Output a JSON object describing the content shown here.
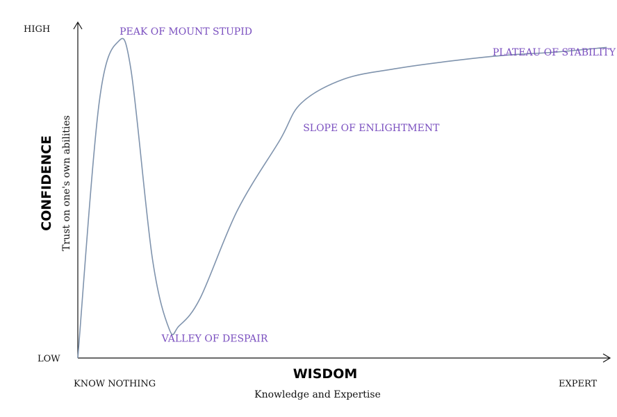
{
  "chart_data": {
    "type": "line",
    "title": "",
    "xlabel": "WISDOM",
    "xlabel_sub": "Knowledge and Expertise",
    "ylabel": "CONFIDENCE",
    "ylabel_sub": "Trust on one's own abilities",
    "x_tick_labels": {
      "min": "KNOW NOTHING",
      "max": "EXPERT"
    },
    "y_tick_labels": {
      "min": "LOW",
      "max": "HIGH"
    },
    "xlim": [
      0,
      100
    ],
    "ylim": [
      0,
      100
    ],
    "grid": false,
    "series": [
      {
        "x": [
          0,
          4,
          7.6,
          10,
          14,
          17.2,
          19,
          23,
          30,
          38,
          42,
          50,
          60,
          70,
          80,
          90,
          99.5
        ],
        "y": [
          0,
          76,
          94.4,
          86,
          30,
          8.6,
          9.5,
          17.8,
          44,
          65,
          76,
          83.2,
          86.4,
          88.6,
          90.3,
          91.3,
          92.7
        ],
        "color": "#7f93ad"
      }
    ],
    "annotations": [
      {
        "text": "PEAK OF MOUNT STUPID",
        "x": 7.6,
        "y": 94.4
      },
      {
        "text": "VALLEY OF DESPAIR",
        "x": 17.2,
        "y": 8.6
      },
      {
        "text": "SLOPE OF ENLIGHTMENT",
        "x": 41.2,
        "y": 67.7
      },
      {
        "text": "PLATEAU OF STABILITY",
        "x": 91.3,
        "y": 91.3
      }
    ],
    "annotation_color": "#7a4fbf",
    "axis_color": "#111111"
  }
}
